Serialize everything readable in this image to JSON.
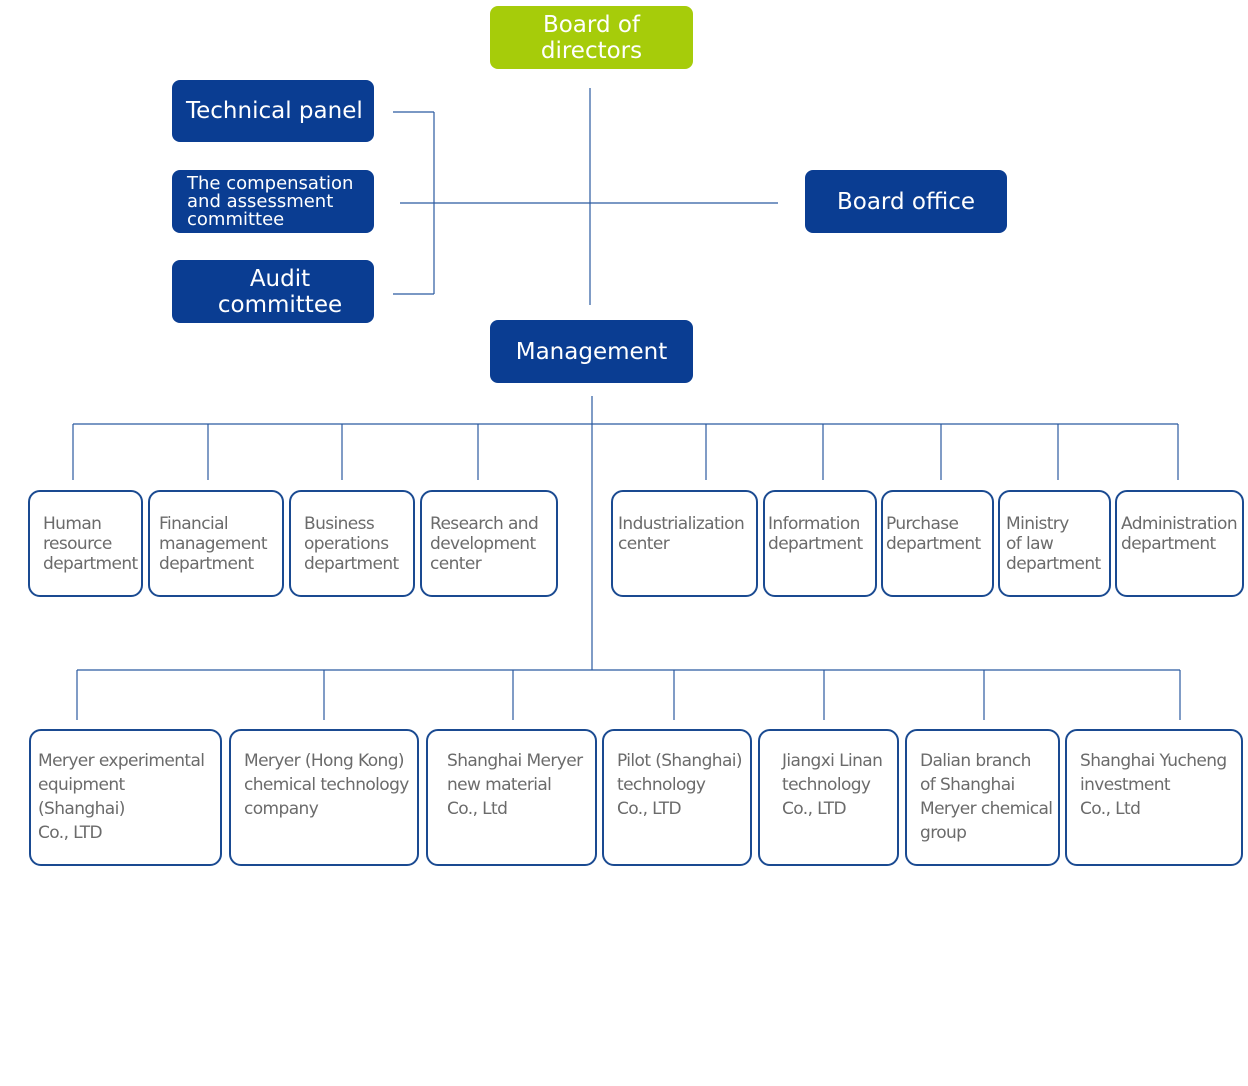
{
  "top": {
    "board": "Board of directors",
    "board_office": "Board office",
    "management": "Management"
  },
  "committees": [
    "Technical panel",
    "The compensation\nand assessment\ncommittee",
    "Audit committee"
  ],
  "departments": [
    "Human\nresource\ndepartment",
    "Financial\nmanagement\ndepartment",
    "Business\noperations\ndepartment",
    "Research and\ndevelopment\ncenter",
    "Industrialization\ncenter",
    "Information\ndepartment",
    "Purchase\ndepartment",
    "Ministry\nof law\ndepartment",
    "Administration\ndepartment"
  ],
  "subsidiaries": [
    "Meryer experimental\nequipment (Shanghai)\nCo., LTD",
    "Meryer (Hong Kong)\nchemical technology\ncompany",
    "Shanghai Meryer\nnew material\nCo., Ltd",
    "Pilot (Shanghai)\ntechnology\nCo., LTD",
    "Jiangxi Linan\ntechnology\nCo., LTD",
    "Dalian branch\nof Shanghai\nMeryer chemical\ngroup",
    "Shanghai Yucheng\ninvestment\nCo., Ltd"
  ],
  "colors": {
    "green": "#a6cc0a",
    "navy": "#0a3d92",
    "line": "#2b5aa0",
    "text": "#6b6b6b"
  }
}
